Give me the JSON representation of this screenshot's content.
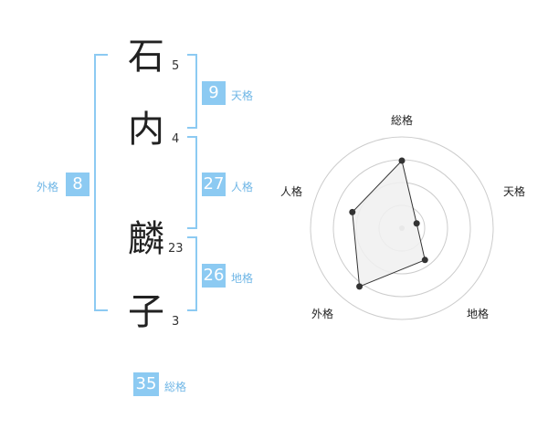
{
  "name": {
    "chars": [
      {
        "char": "石",
        "strokes": "5"
      },
      {
        "char": "内",
        "strokes": "4"
      },
      {
        "char": "麟",
        "strokes": "23"
      },
      {
        "char": "子",
        "strokes": "3"
      }
    ]
  },
  "kaku": {
    "tenkaku": {
      "value": "9",
      "label": "天格"
    },
    "jinkaku": {
      "value": "27",
      "label": "人格"
    },
    "chikaku": {
      "value": "26",
      "label": "地格"
    },
    "gaikaku": {
      "value": "8",
      "label": "外格"
    },
    "soukaku": {
      "value": "35",
      "label": "総格"
    }
  },
  "chart_data": {
    "type": "radar",
    "axes": [
      "総格",
      "天格",
      "地格",
      "外格",
      "人格"
    ],
    "values": [
      0.74,
      0.17,
      0.43,
      0.79,
      0.57
    ],
    "max": 1,
    "rings": 4,
    "colors": {
      "fill": "#f0f0f0",
      "line": "#333333",
      "ring": "#cccccc"
    }
  }
}
